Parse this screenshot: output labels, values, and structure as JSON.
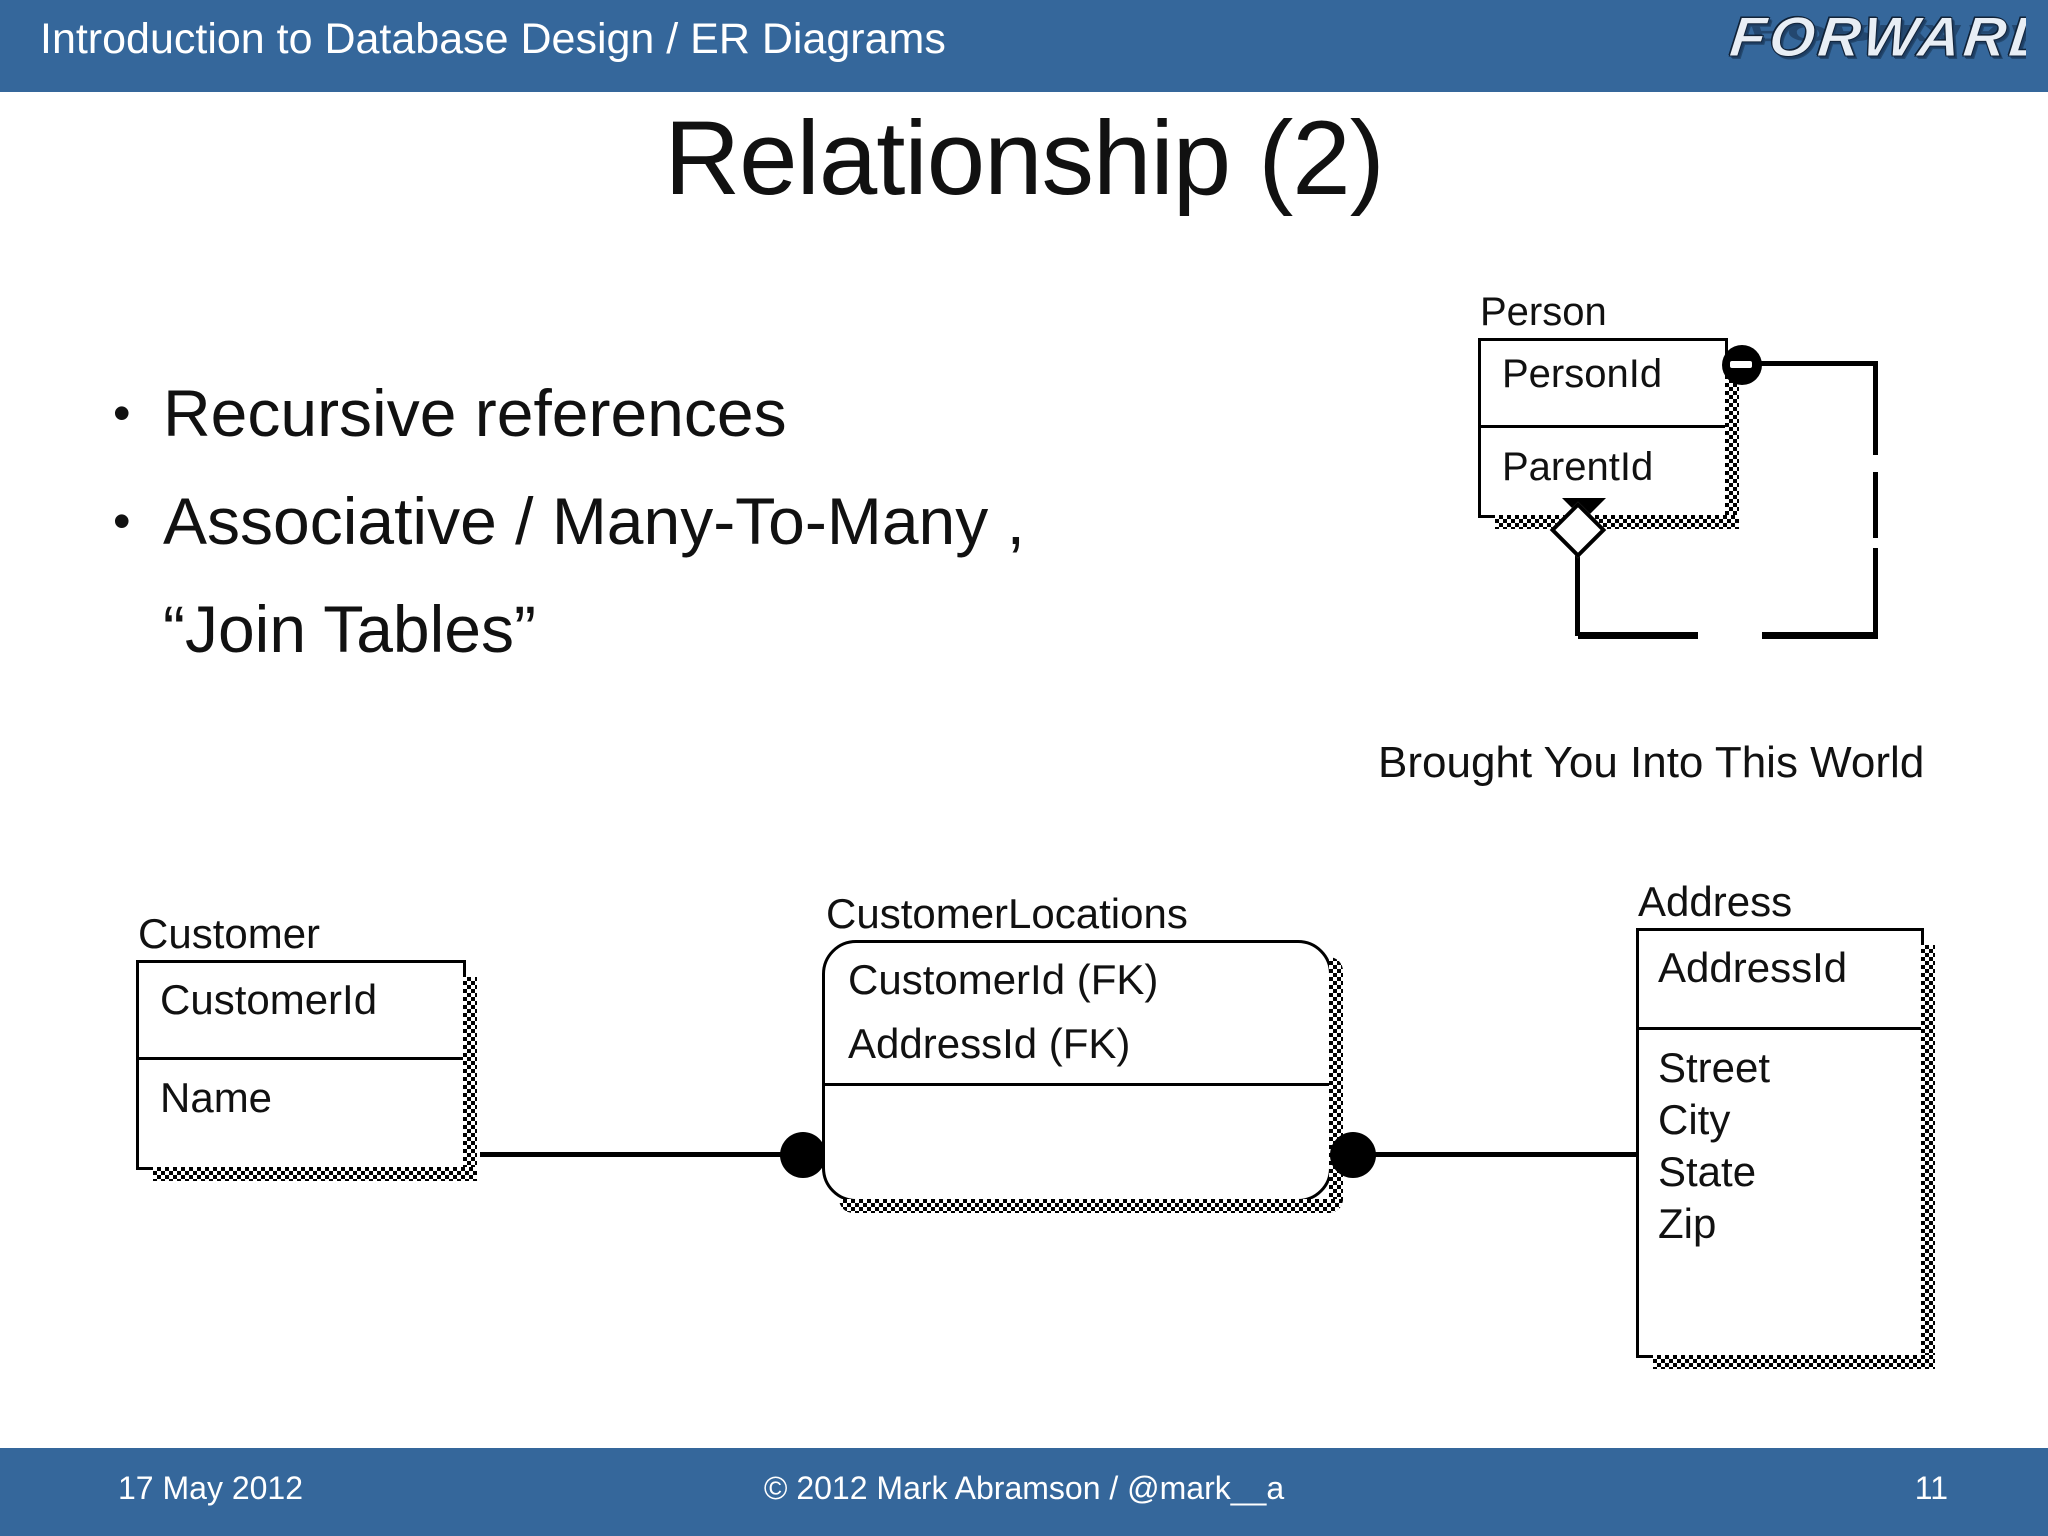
{
  "header": {
    "title": "Introduction to Database Design / ER Diagrams",
    "logo_text": "FORWARD",
    "bar_color": "#35679B"
  },
  "slide": {
    "title": "Relationship (2)",
    "bullets": [
      {
        "marker": "•",
        "text": "Recursive references"
      },
      {
        "marker": "•",
        "text": "Associative / Many-To-Many ,"
      },
      {
        "marker": "",
        "text": "“Join Tables”"
      }
    ]
  },
  "person_diagram": {
    "entity_name": "Person",
    "key_attributes": [
      "PersonId"
    ],
    "attributes": [
      "ParentId"
    ],
    "caption": "Brought You Into This World",
    "relationship_kind": "recursive-self-reference"
  },
  "bottom_diagram": {
    "entities": [
      {
        "name": "Customer",
        "shape": "rectangle",
        "key_attributes": [
          "CustomerId"
        ],
        "attributes": [
          "Name"
        ]
      },
      {
        "name": "CustomerLocations",
        "shape": "rounded-rectangle",
        "key_attributes": [
          "CustomerId (FK)",
          "AddressId (FK)"
        ],
        "attributes": []
      },
      {
        "name": "Address",
        "shape": "rectangle",
        "key_attributes": [
          "AddressId"
        ],
        "attributes": [
          "Street",
          "City",
          "State",
          "Zip"
        ]
      }
    ]
  },
  "footer": {
    "date": "17 May 2012",
    "credit": "© 2012 Mark Abramson / @mark__a",
    "page_number": "11",
    "bar_color": "#35679B"
  }
}
